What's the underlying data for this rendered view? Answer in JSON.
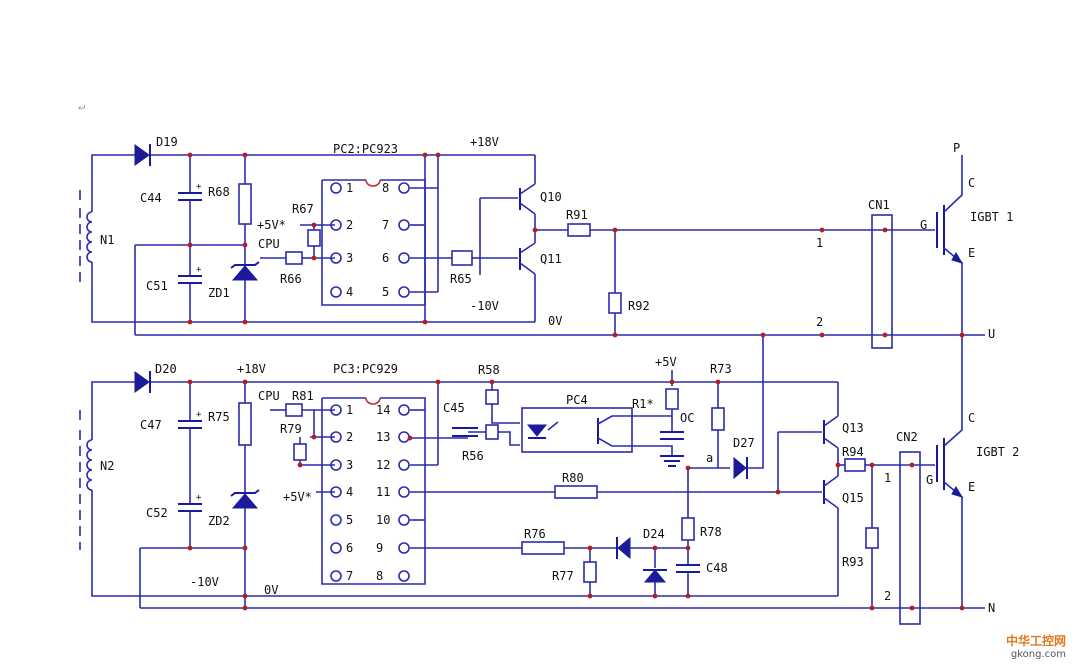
{
  "labels": {
    "return_mark": "↵",
    "D19": "D19",
    "D20": "D20",
    "C44": "C44",
    "C47": "C47",
    "C51": "C51",
    "C52": "C52",
    "R68": "R68",
    "R75": "R75",
    "N1": "N1",
    "N2": "N2",
    "ZD1": "ZD1",
    "ZD2": "ZD2",
    "PC2": "PC2:PC923",
    "PC3": "PC3:PC929",
    "PC4": "PC4",
    "plus18_top": "+18V",
    "plus18_bot": "+18V",
    "minus10_top": "-10V",
    "minus10_bot": "-10V",
    "zero_top": "0V",
    "zero_bot": "0V",
    "R67": "R67",
    "R66": "R66",
    "R65": "R65",
    "R81": "R81",
    "R79": "R79",
    "plus5_top": "+5V*",
    "plus5_bot": "+5V*",
    "plus5_pc4": "+5V",
    "cpu_top": "CPU",
    "cpu_bot": "CPU",
    "Q10": "Q10",
    "Q11": "Q11",
    "Q13": "Q13",
    "Q15": "Q15",
    "R91": "R91",
    "R92": "R92",
    "R93": "R93",
    "R94": "R94",
    "R58": "R58",
    "R56": "R56",
    "C45": "C45",
    "R1": "R1*",
    "OC": "OC",
    "R73": "R73",
    "D27": "D27",
    "a": "a",
    "R80": "R80",
    "R76": "R76",
    "R77": "R77",
    "D24": "D24",
    "R78": "R78",
    "C48": "C48",
    "CN1": "CN1",
    "CN2": "CN2",
    "n1": "1",
    "n2": "2",
    "n1b": "1",
    "n2b": "2",
    "IGBT1": "IGBT 1",
    "IGBT2": "IGBT 2",
    "P": "P",
    "U": "U",
    "N": "N",
    "C1": "C",
    "E1": "E",
    "G1": "G",
    "C2": "C",
    "E2": "E",
    "G2": "G"
  },
  "pc2_pins_left": [
    "1",
    "2",
    "3",
    "4"
  ],
  "pc2_pins_right": [
    "8",
    "7",
    "6",
    "5"
  ],
  "pc3_pins_left": [
    "1",
    "2",
    "3",
    "4",
    "5",
    "6",
    "7"
  ],
  "pc3_pins_right": [
    "14",
    "13",
    "12",
    "11",
    "10",
    "9",
    "8"
  ],
  "watermark": {
    "title": "中华工控网",
    "url": "gkong.com"
  }
}
